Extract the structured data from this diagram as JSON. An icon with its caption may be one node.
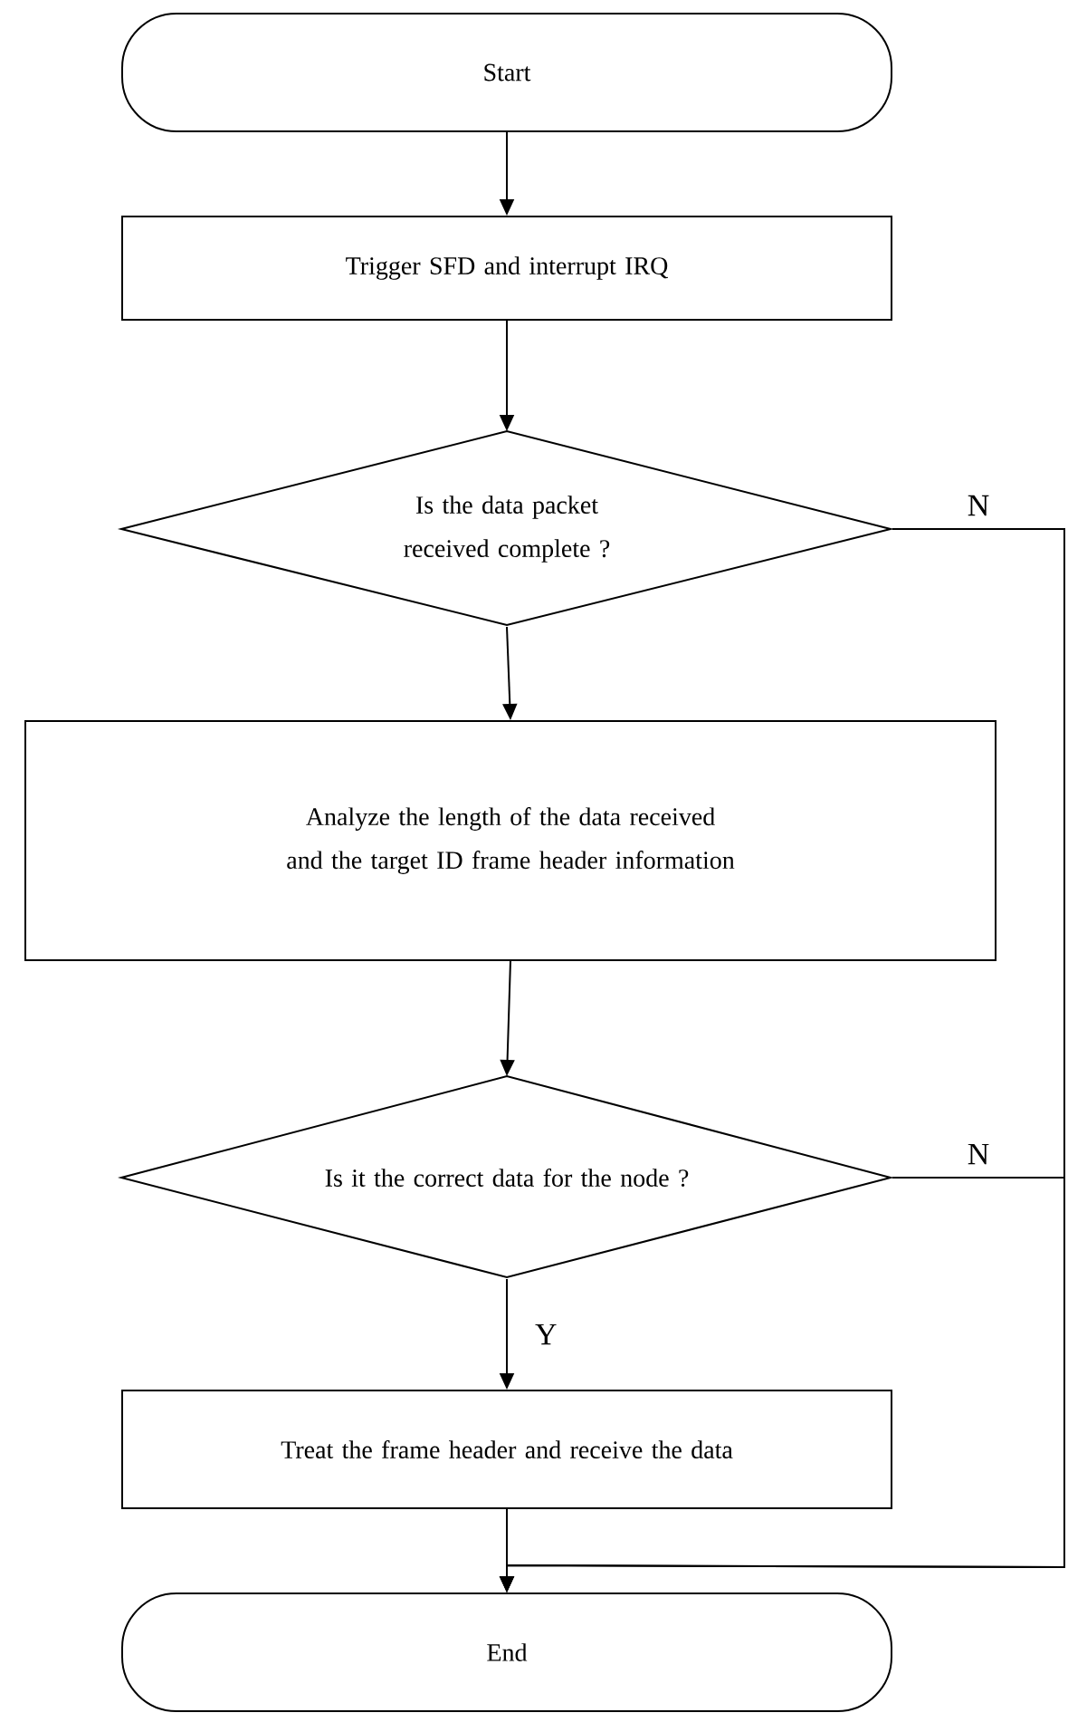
{
  "diagram": {
    "nodes": [
      {
        "text": [
          "Start"
        ]
      },
      {
        "text": [
          "Trigger SFD and interrupt IRQ"
        ]
      },
      {
        "text": [
          "Is the data packet received complete ?"
        ]
      },
      {
        "text": [
          "Analyze the length of the data received and the target ID frame header information"
        ]
      },
      {
        "text": [
          "Is it the correct data for the node ?"
        ]
      },
      {
        "text": [
          "Treat the frame header and receive the data"
        ]
      },
      {
        "text": [
          "End"
        ]
      }
    ],
    "edges": [
      {
        "from": 0,
        "to": 1,
        "arrow": "to"
      },
      {
        "from": 1,
        "to": 2,
        "arrow": "to"
      },
      {
        "from": 2,
        "to": 3,
        "arrow": "to"
      },
      {
        "from": 3,
        "to": 4,
        "arrow": "to"
      },
      {
        "from": 4,
        "to": 5,
        "arrow": "to",
        "label": "Y"
      },
      {
        "from": 5,
        "to": 6,
        "arrow": "to"
      },
      {
        "from": 2,
        "to": 6,
        "arrow": "to",
        "label": "N"
      },
      {
        "from": 4,
        "to": 6,
        "arrow": "to",
        "label": "N"
      }
    ]
  }
}
